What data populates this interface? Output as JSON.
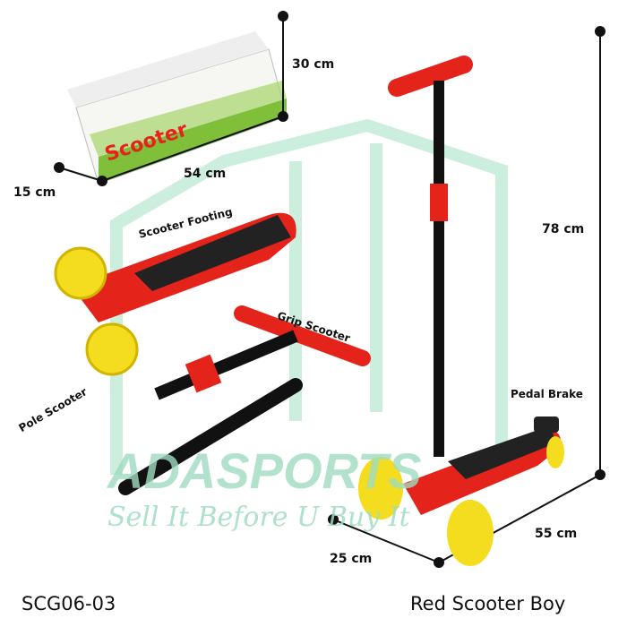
{
  "watermark": {
    "brand": "ADASPORTS",
    "slogan": "Sell It Before U Buy It",
    "color": "#8fd9b6"
  },
  "box": {
    "logo": "Scooter",
    "height": "30 cm",
    "length": "54 cm",
    "width": "15 cm"
  },
  "scooter": {
    "height": "78 cm",
    "length": "55 cm",
    "width": "25 cm",
    "color": "#e4231b",
    "wheel_color": "#f4dc1f"
  },
  "parts": {
    "footing": "Scooter Footing",
    "grip": "Grip Scooter",
    "pole": "Pole Scooter",
    "brake": "Pedal Brake"
  },
  "footer": {
    "code": "SCG06-03",
    "name": "Red Scooter Boy"
  }
}
